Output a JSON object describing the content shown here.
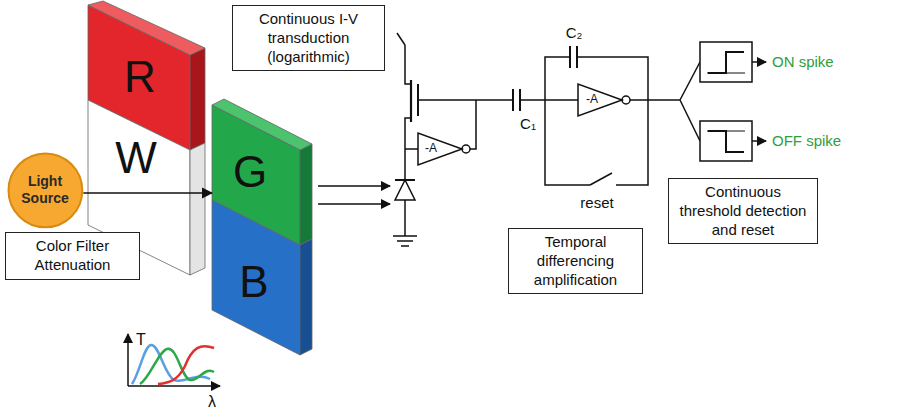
{
  "diagram": {
    "nodes": [
      {
        "text": [
          "R"
        ]
      },
      {
        "text": [
          "W"
        ]
      },
      {
        "text": [
          "Light Source"
        ]
      },
      {
        "text": [
          "G"
        ]
      },
      {
        "text": [
          "B"
        ]
      },
      {
        "text": [
          "Color Filter Attenuation"
        ]
      },
      {
        "text": [
          "Continuous I-V transduction (logarithmic)"
        ]
      },
      {
        "text": [
          "Temporal differencing amplification"
        ]
      },
      {
        "text": [
          "Continuous threshold detection and reset"
        ]
      }
    ],
    "edges": [
      {
        "from": 2,
        "to": 3,
        "arrow": "to"
      }
    ],
    "labels": [
      "-A",
      "C₁",
      "C₂",
      "-A",
      "reset",
      "ON spike",
      "OFF spike",
      "T",
      "λ"
    ]
  }
}
